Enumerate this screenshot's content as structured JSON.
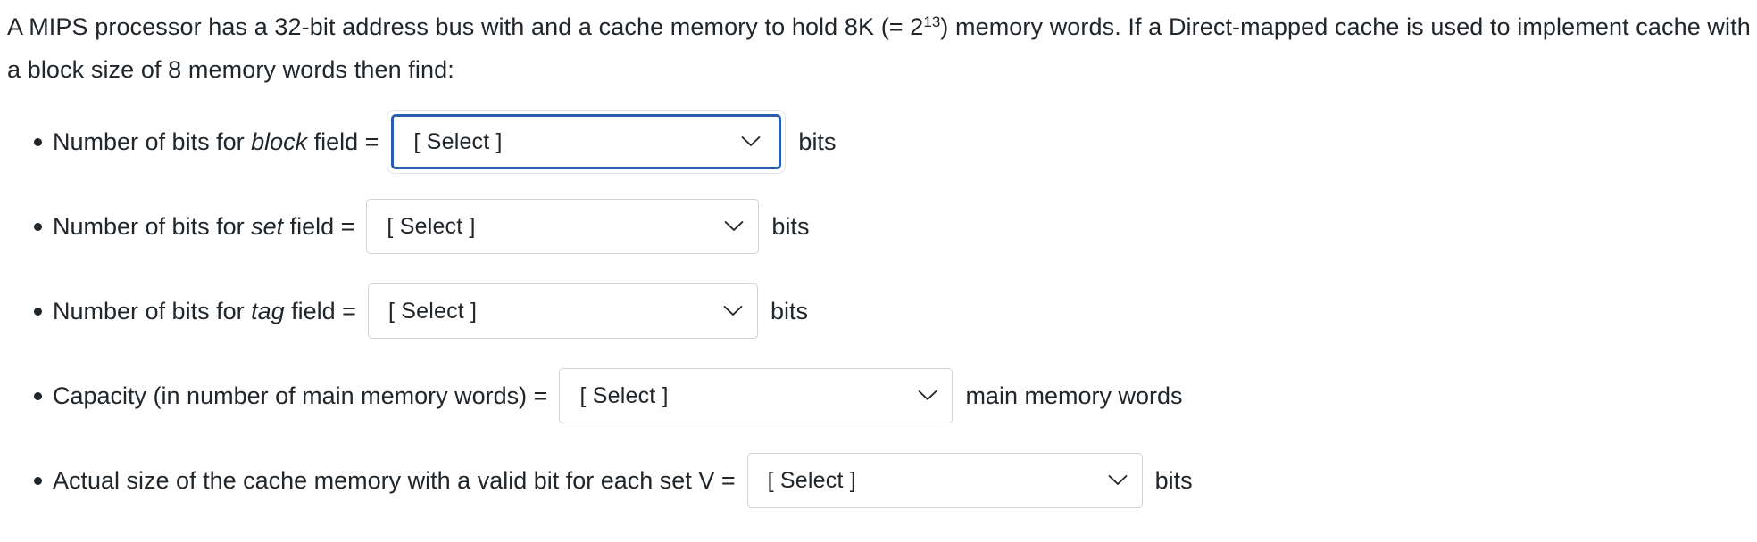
{
  "question": {
    "intro_part1": "A MIPS processor has a 32-bit address bus with and a cache memory to hold 8K (= 2",
    "intro_exponent": "13",
    "intro_part2": ") memory words. If a Direct-mapped cache is used to implement cache with a block size of 8 memory words then find:"
  },
  "select_placeholder": "[ Select ]",
  "focus_color": "#2a5db0",
  "border_color": "#cfd2d4",
  "text_color": "#21262b",
  "items": [
    {
      "label_before": "Number of bits for ",
      "label_italic": "block",
      "label_after": " field =",
      "value": "[ Select ]",
      "trailing": "bits",
      "focused": true,
      "width_class": "w1",
      "name": "block-field"
    },
    {
      "label_before": "Number of bits for ",
      "label_italic": "set",
      "label_after": " field =",
      "value": "[ Select ]",
      "trailing": "bits",
      "focused": false,
      "width_class": "w2",
      "name": "set-field"
    },
    {
      "label_before": "Number of bits for ",
      "label_italic": "tag",
      "label_after": " field =",
      "value": "[ Select ]",
      "trailing": "bits",
      "focused": false,
      "width_class": "w3",
      "name": "tag-field"
    },
    {
      "label_before": "Capacity (in number of main memory words) =",
      "label_italic": "",
      "label_after": "",
      "value": "[ Select ]",
      "trailing": "main memory words",
      "focused": false,
      "width_class": "w4",
      "name": "capacity-field"
    },
    {
      "label_before": "Actual size of the cache memory with a valid bit for each set V =",
      "label_italic": "",
      "label_after": "",
      "value": "[ Select ]",
      "trailing": "bits",
      "focused": false,
      "width_class": "w5",
      "name": "actual-size-field"
    }
  ]
}
